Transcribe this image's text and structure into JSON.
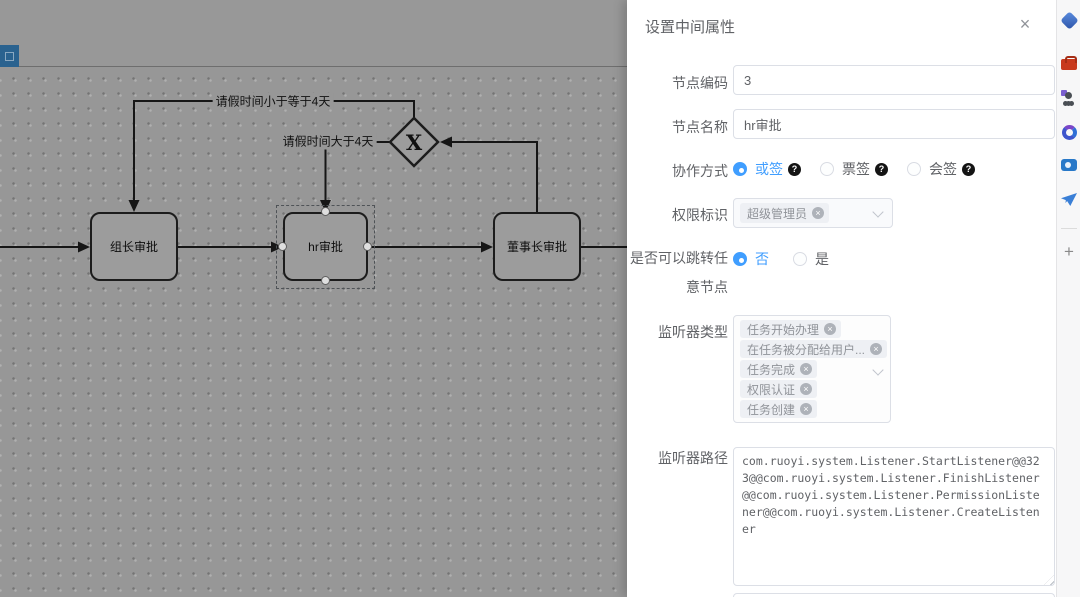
{
  "canvas": {
    "nodes": [
      {
        "label": "组长审批"
      },
      {
        "label": "hr审批"
      },
      {
        "label": "董事长审批"
      }
    ],
    "gateway": {
      "label": "X"
    },
    "edge_labels": [
      "请假时间小于等于4天",
      "请假时间大于4天"
    ]
  },
  "panel": {
    "title": "设置中间属性",
    "close": "×",
    "help_badge": "?",
    "node_code": {
      "label": "节点编码",
      "value": "3"
    },
    "node_name": {
      "label": "节点名称",
      "value": "hr审批"
    },
    "collab": {
      "label": "协作方式",
      "selected": "或签",
      "options": [
        {
          "label": "或签"
        },
        {
          "label": "票签"
        },
        {
          "label": "会签"
        }
      ]
    },
    "permission": {
      "label": "权限标识",
      "tag": "超级管理员"
    },
    "jump": {
      "label": "是否可以跳转任意节点",
      "selected": "否",
      "options": [
        {
          "label": "否"
        },
        {
          "label": "是"
        }
      ]
    },
    "listener_type": {
      "label": "监听器类型",
      "tags": [
        "任务开始办理",
        "在任务被分配给用户...",
        "任务完成",
        "权限认证",
        "任务创建"
      ]
    },
    "listener_path": {
      "label": "监听器路径",
      "value": "com.ruoyi.system.Listener.StartListener@@323@@com.ruoyi.system.Listener.FinishListener@@com.ruoyi.system.Listener.PermissionListener@@com.ruoyi.system.Listener.CreateListener"
    }
  },
  "dock": {
    "add_label": "+"
  },
  "colors": {
    "accent": "#409EFF",
    "canvas_bg": "#979797",
    "panel_bg": "#ffffff",
    "node_border": "#1c1c1c"
  }
}
